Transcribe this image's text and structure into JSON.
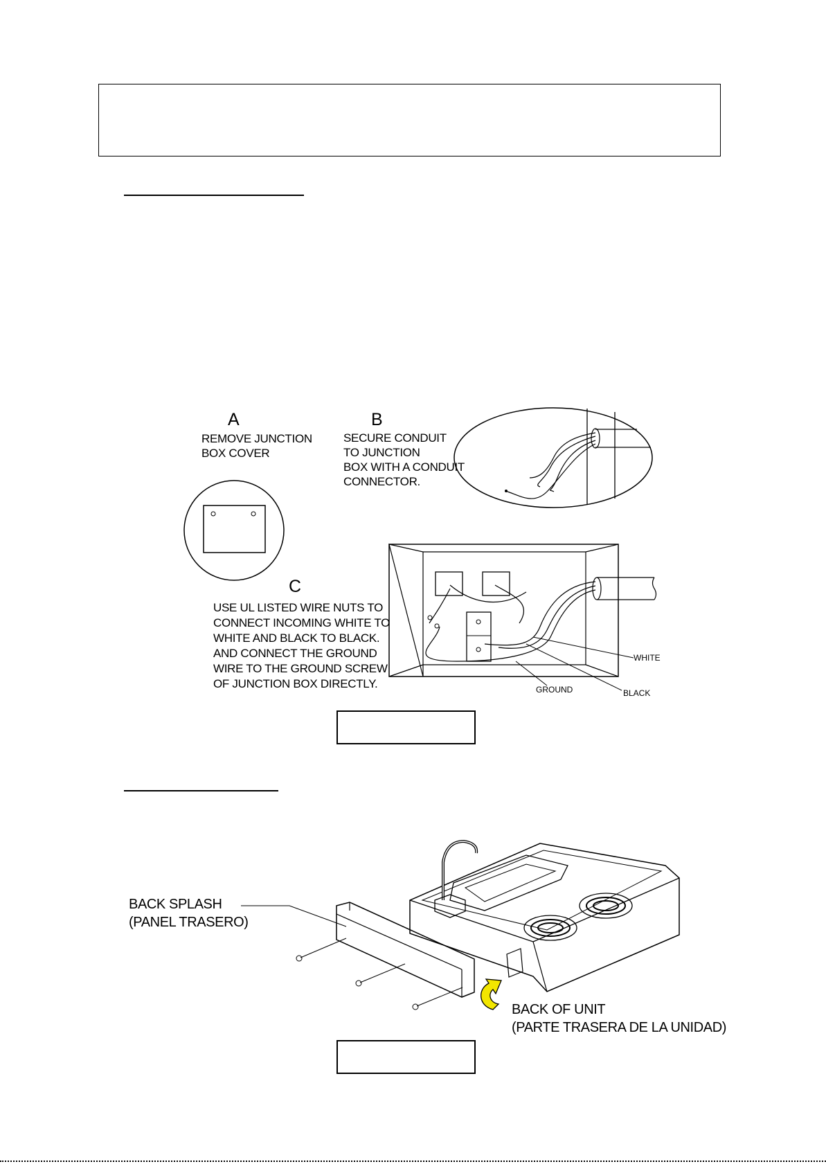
{
  "diagram1": {
    "step_a_letter": "A",
    "step_a_text": "REMOVE JUNCTION\nBOX COVER",
    "step_b_letter": "B",
    "step_b_text": "SECURE CONDUIT\nTO JUNCTION\nBOX WITH A CONDUIT\nCONNECTOR.",
    "step_c_letter": "C",
    "step_c_text": "USE UL LISTED WIRE NUTS TO\nCONNECT INCOMING WHITE TO\nWHITE AND BLACK TO BLACK.\nAND CONNECT THE GROUND\nWIRE TO THE GROUND SCREW\nOF JUNCTION BOX DIRECTLY.",
    "wire_white": "WHITE",
    "wire_ground": "GROUND",
    "wire_black": "BLACK"
  },
  "diagram2": {
    "back_splash_label": "BACK SPLASH\n(PANEL TRASERO)",
    "back_of_unit_label": "BACK OF UNIT\n(PARTE TRASERA DE LA UNIDAD)"
  },
  "colors": {
    "arrow": "#f2e600"
  }
}
